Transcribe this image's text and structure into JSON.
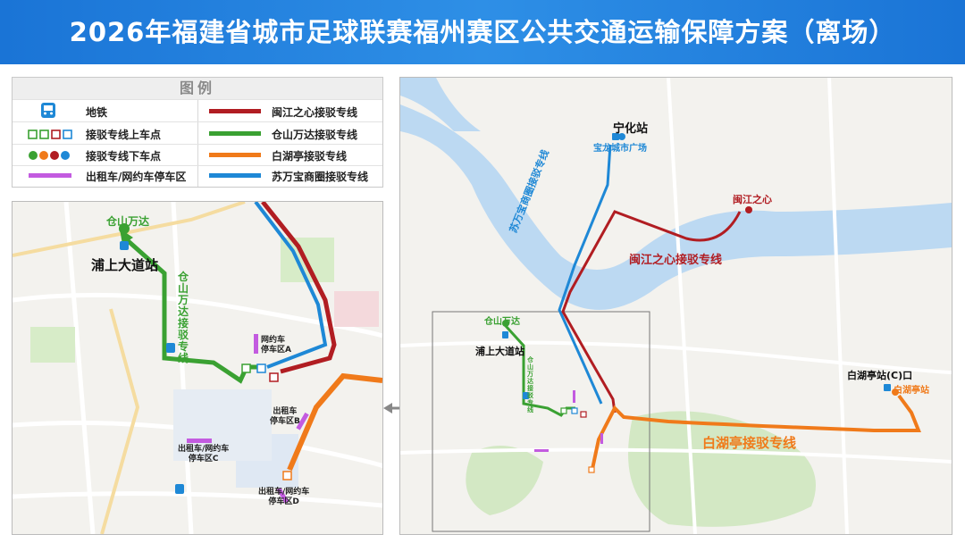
{
  "header": {
    "title": "2026年福建省城市足球联赛福州赛区公共交通运输保障方案（离场）"
  },
  "legend": {
    "title": "图例",
    "left_items": [
      {
        "label": "地铁",
        "icon": "metro-icon"
      },
      {
        "label": "接驳专线上车点",
        "icon": "boarding-stop-icon"
      },
      {
        "label": "接驳专线下车点",
        "icon": "alighting-stop-icon"
      },
      {
        "label": "出租车/网约车停车区",
        "icon": "taxi-parking-icon"
      }
    ],
    "right_items": [
      {
        "label": "闽江之心接驳专线",
        "color": "#b11d22"
      },
      {
        "label": "仓山万达接驳专线",
        "color": "#3aa132"
      },
      {
        "label": "白湖亭接驳专线",
        "color": "#f07a1a"
      },
      {
        "label": "苏万宝商圈接驳专线",
        "color": "#1e88d6"
      }
    ]
  },
  "colors": {
    "header_bg": "#1a74d6",
    "red_line": "#b11d22",
    "green_line": "#3aa132",
    "orange_line": "#f07a1a",
    "blue_line": "#1e88d6",
    "taxi": "#c35be0",
    "water": "#bcd9f2",
    "metro": "#1e88d6"
  },
  "left_map": {
    "cangshan_wanda": "仓山万达",
    "pushang_station": "浦上大道站",
    "green_route_label": "仓山万达接驳专线",
    "parking_a": "网约车\n停车区A",
    "parking_b": "出租车\n停车区B",
    "parking_c": "出租车/网约车\n停车区C",
    "parking_d": "出租车/网约车\n停车区D"
  },
  "right_map": {
    "ninghua_station": "宁化站",
    "baolong_plaza": "宝龙城市广场",
    "minjiang_heart": "闽江之心",
    "minjiang_route": "闽江之心接驳专线",
    "suwanbao_route": "苏万宝商圈接驳专线",
    "cangshan_wanda": "仓山万达",
    "pushang_station": "浦上大道站",
    "green_route_small": "仓山万达接驳专线",
    "baihuting_exit": "白湖亭站(C)口",
    "baihuting_station": "白湖亭站",
    "baihuting_route": "白湖亭接驳专线"
  }
}
